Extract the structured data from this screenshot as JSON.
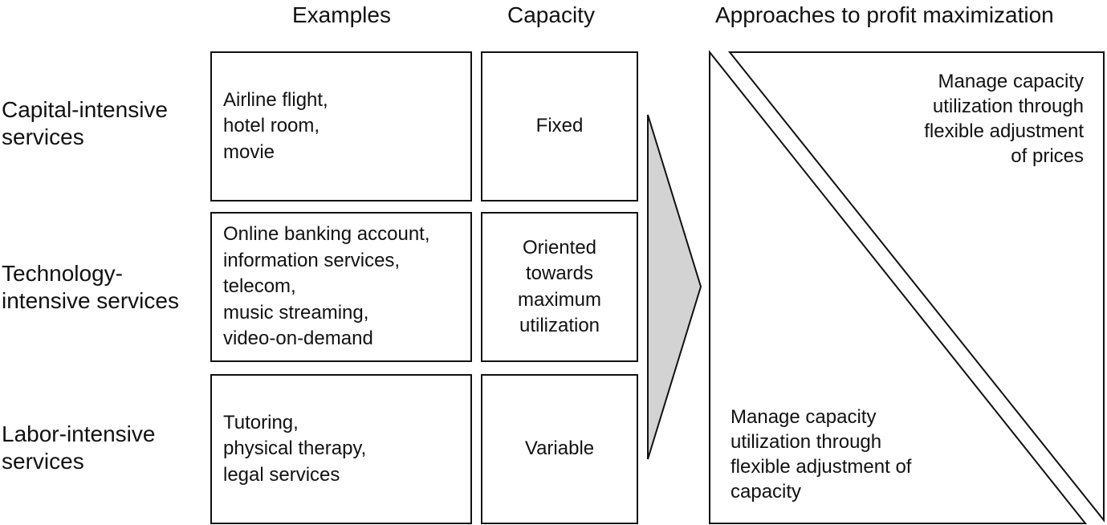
{
  "headers": {
    "examples": "Examples",
    "capacity": "Capacity",
    "approaches": "Approaches to profit maximization"
  },
  "rows": [
    {
      "label_lines": [
        "Capital-intensive",
        "services"
      ],
      "example_lines": [
        "Airline flight,",
        "hotel room,",
        "movie"
      ],
      "capacity_lines": [
        "Fixed"
      ]
    },
    {
      "label_lines": [
        "Technology-",
        "intensive services"
      ],
      "example_lines": [
        "Online banking account,",
        "information services,",
        "telecom,",
        "music streaming,",
        "video-on-demand"
      ],
      "capacity_lines": [
        "Oriented",
        "towards",
        "maximum",
        "utilization"
      ]
    },
    {
      "label_lines": [
        "Labor-intensive",
        "services"
      ],
      "example_lines": [
        "Tutoring,",
        "physical therapy,",
        "legal services"
      ],
      "capacity_lines": [
        "Variable"
      ]
    }
  ],
  "approaches": {
    "prices_lines": [
      "Manage capacity",
      "utilization through",
      "flexible adjustment",
      "of prices"
    ],
    "capacity_lines": [
      "Manage capacity",
      "utilization through",
      "flexible adjustment of",
      "capacity"
    ]
  },
  "colors": {
    "arrow_fill": "#d3d3d3",
    "stroke": "#111111"
  }
}
